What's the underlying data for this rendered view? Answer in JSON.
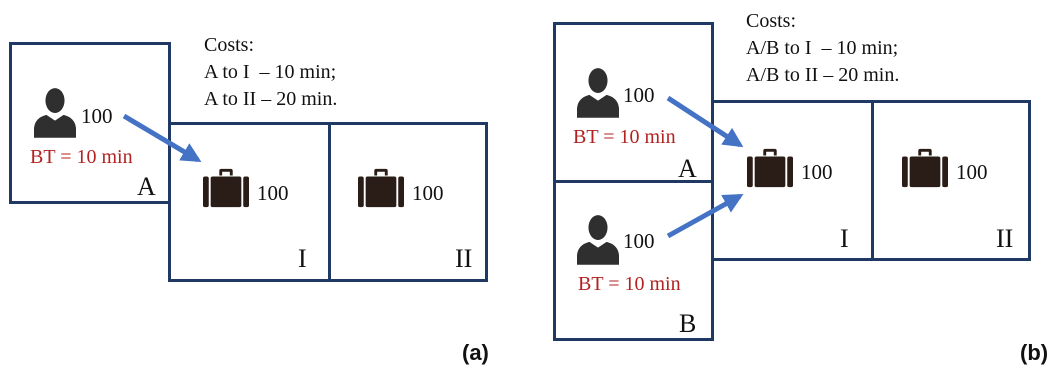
{
  "colors": {
    "border": "#1f3864",
    "bt_text": "#b22222",
    "arrow": "#4472c4",
    "icon": "#2f2f2f",
    "luggage": "#2a1c16"
  },
  "panel_a": {
    "costs": {
      "title": "Costs:",
      "line1": "A to I  – 10 min;",
      "line2": "A to II – 20 min."
    },
    "person_a": {
      "count": "100",
      "bt": "BT = 10 min"
    },
    "zone_a_label": "A",
    "zone_i": {
      "label": "I",
      "count": "100"
    },
    "zone_ii": {
      "label": "II",
      "count": "100"
    },
    "caption": "(a)"
  },
  "panel_b": {
    "costs": {
      "title": "Costs:",
      "line1": "A/B to I  – 10 min;",
      "line2": "A/B to II – 20 min."
    },
    "person_a": {
      "count": "100",
      "bt": "BT = 10 min"
    },
    "person_b": {
      "count": "100",
      "bt": "BT = 10 min"
    },
    "zone_a_label": "A",
    "zone_b_label": "B",
    "zone_i": {
      "label": "I",
      "count": "100"
    },
    "zone_ii": {
      "label": "II",
      "count": "100"
    },
    "caption": "(b)"
  }
}
